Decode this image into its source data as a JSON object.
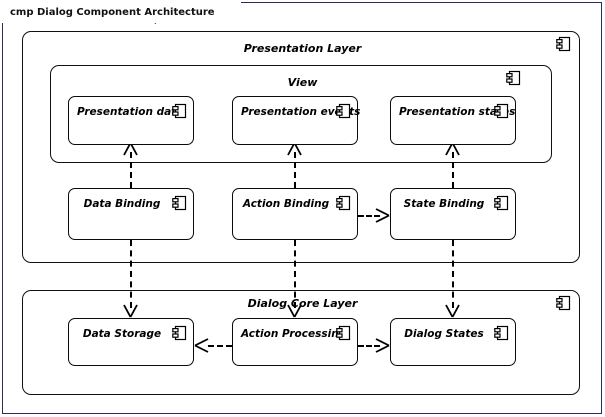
{
  "diagram": {
    "frame_label": "cmp Dialog Component Architecture",
    "kind": "uml-component-diagram",
    "colors": {
      "frame_border": "#2b2b5f",
      "shape_stroke": "#111111",
      "background": "#ffffff",
      "text": "#000000"
    }
  },
  "packages": [
    {
      "id": "presentation-layer",
      "label": "Presentation Layer",
      "icon": "component-icon"
    },
    {
      "id": "view",
      "label": "View",
      "icon": "component-icon"
    },
    {
      "id": "dialog-core-layer",
      "label": "Dialog Core Layer",
      "icon": "component-icon"
    }
  ],
  "components": [
    {
      "id": "presentation-data",
      "label": "Presentation data",
      "icon": "component-icon",
      "group": "view"
    },
    {
      "id": "presentation-events",
      "label": "Presentation events",
      "icon": "component-icon",
      "group": "view"
    },
    {
      "id": "presentation-states",
      "label": "Presentation states",
      "icon": "component-icon",
      "group": "view"
    },
    {
      "id": "data-binding",
      "label": "Data Binding",
      "icon": "component-icon",
      "group": "presentation-layer"
    },
    {
      "id": "action-binding",
      "label": "Action Binding",
      "icon": "component-icon",
      "group": "presentation-layer"
    },
    {
      "id": "state-binding",
      "label": "State Binding",
      "icon": "component-icon",
      "group": "presentation-layer"
    },
    {
      "id": "data-storage",
      "label": "Data Storage",
      "icon": "component-icon",
      "group": "dialog-core-layer"
    },
    {
      "id": "action-processing",
      "label": "Action Processing",
      "icon": "component-icon",
      "group": "dialog-core-layer"
    },
    {
      "id": "dialog-states",
      "label": "Dialog States",
      "icon": "component-icon",
      "group": "dialog-core-layer"
    }
  ],
  "connectors": [
    {
      "id": "data-binding-to-presentation-data",
      "from": "data-binding",
      "to": "presentation-data",
      "style": "dashed",
      "direction": "up"
    },
    {
      "id": "action-binding-to-presentation-events",
      "from": "action-binding",
      "to": "presentation-events",
      "style": "dashed",
      "direction": "up"
    },
    {
      "id": "state-binding-to-presentation-states",
      "from": "state-binding",
      "to": "presentation-states",
      "style": "dashed",
      "direction": "up"
    },
    {
      "id": "action-binding-to-state-binding",
      "from": "action-binding",
      "to": "state-binding",
      "style": "dashed",
      "direction": "right"
    },
    {
      "id": "data-binding-to-data-storage",
      "from": "data-binding",
      "to": "data-storage",
      "style": "dashed",
      "direction": "down"
    },
    {
      "id": "action-binding-to-action-processing",
      "from": "action-binding",
      "to": "action-processing",
      "style": "dashed",
      "direction": "down"
    },
    {
      "id": "state-binding-to-dialog-states",
      "from": "state-binding",
      "to": "dialog-states",
      "style": "dashed",
      "direction": "down"
    },
    {
      "id": "action-processing-to-data-storage",
      "from": "action-processing",
      "to": "data-storage",
      "style": "dashed",
      "direction": "left"
    },
    {
      "id": "action-processing-to-dialog-states",
      "from": "action-processing",
      "to": "dialog-states",
      "style": "dashed",
      "direction": "right"
    }
  ]
}
